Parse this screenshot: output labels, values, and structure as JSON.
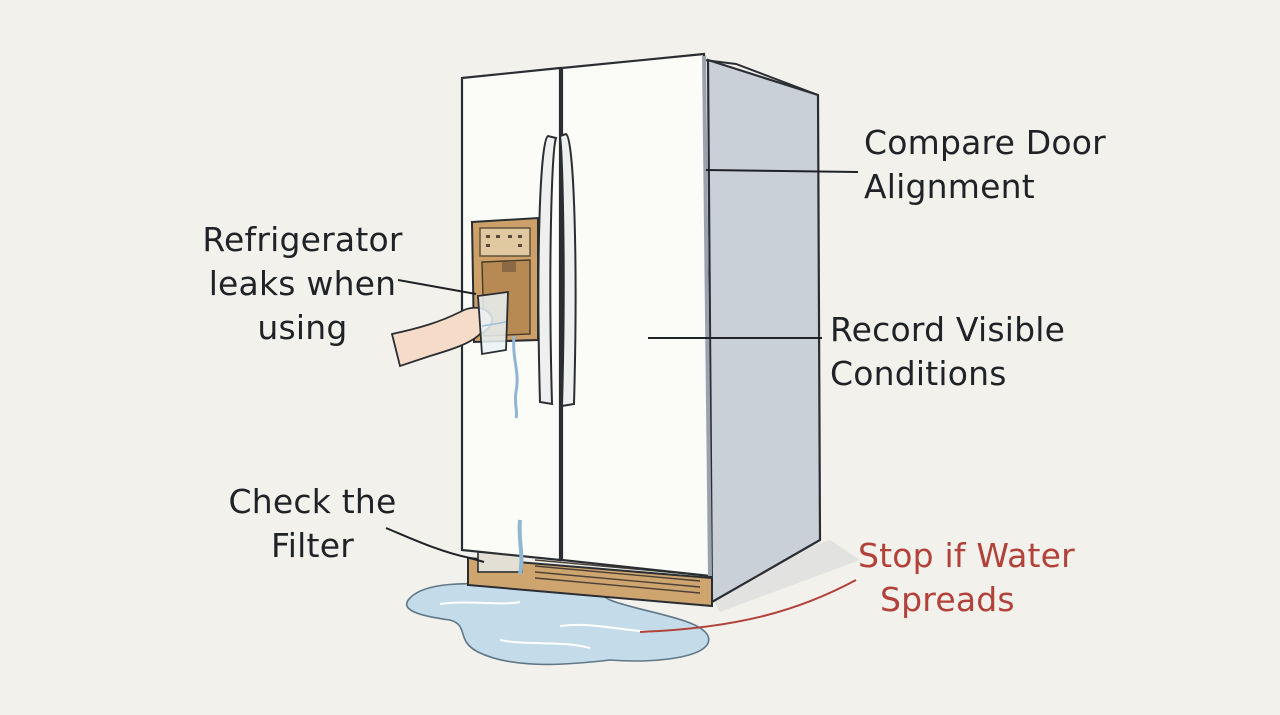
{
  "labels": {
    "leak": {
      "lines": [
        "Refrigerator",
        "leaks when",
        "using"
      ]
    },
    "filter": {
      "lines": [
        "Check the",
        "Filter"
      ]
    },
    "door": {
      "lines": [
        "Compare Door",
        "Alignment"
      ]
    },
    "record": {
      "lines": [
        "Record Visible",
        "Conditions"
      ]
    },
    "stop": {
      "lines": [
        "Stop if Water",
        "Spreads"
      ]
    }
  },
  "colors": {
    "background": "#f2f1ec",
    "ink": "#1f2226",
    "warning": "#b2413a",
    "fridge_body": "#fbfbf8",
    "fridge_side": "#c9d0d8",
    "dispenser": "#cda06a",
    "water": "#c4dbea"
  },
  "icons": [
    "refrigerator-illustration",
    "hand-holding-glass",
    "water-puddle"
  ]
}
